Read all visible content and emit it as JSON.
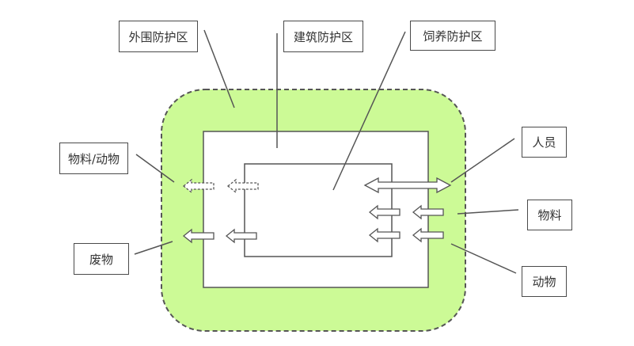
{
  "colors": {
    "outer_fill": "#ccfa96",
    "line": "#555555",
    "background": "#ffffff"
  },
  "zones": {
    "outer": "外围防护区",
    "building": "建筑防护区",
    "feeding": "饲养防护区"
  },
  "flows": {
    "in_out_left": "物料/动物",
    "waste": "废物",
    "personnel": "人员",
    "material": "物料",
    "animal": "动物"
  }
}
